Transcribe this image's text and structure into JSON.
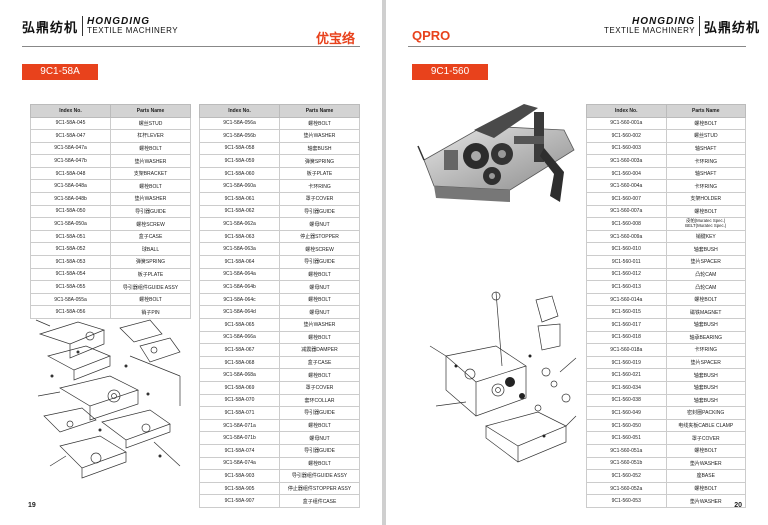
{
  "left": {
    "brand_cn": "弘鼎纺机",
    "brand_en_1": "HONGDING",
    "brand_en_2": "TEXTILE MACHINERY",
    "product_title": "优宝络",
    "model": "9C1-58A",
    "headers": [
      "Index No.",
      "Parts Name"
    ],
    "table1": [
      [
        "9C1-58A-045",
        "螺丝STUD"
      ],
      [
        "9C1-58A-047",
        "杠杆LEVER"
      ],
      [
        "9C1-58A-047a",
        "螺栓BOLT"
      ],
      [
        "9C1-58A-047b",
        "垫片WASHER"
      ],
      [
        "9C1-58A-048",
        "支架BRACKET"
      ],
      [
        "9C1-58A-048a",
        "螺栓BOLT"
      ],
      [
        "9C1-58A-048b",
        "垫片WASHER"
      ],
      [
        "9C1-58A-050",
        "导引器GUIDE"
      ],
      [
        "9C1-58A-050a",
        "螺栓SCREW"
      ],
      [
        "9C1-58A-051",
        "盒子CASE"
      ],
      [
        "9C1-58A-052",
        "球BALL"
      ],
      [
        "9C1-58A-053",
        "弹簧SPRING"
      ],
      [
        "9C1-58A-054",
        "板子PLATE"
      ],
      [
        "9C1-58A-055",
        "导引器组件GUIDE ASSY"
      ],
      [
        "9C1-58A-055a",
        "螺栓BOLT"
      ],
      [
        "9C1-58A-056",
        "销子PIN"
      ]
    ],
    "table2": [
      [
        "9C1-58A-056a",
        "螺栓BOLT"
      ],
      [
        "9C1-58A-056b",
        "垫片WASHER"
      ],
      [
        "9C1-58A-058",
        "轴套BUSH"
      ],
      [
        "9C1-58A-059",
        "弹簧SPRING"
      ],
      [
        "9C1-58A-060",
        "板子PLATE"
      ],
      [
        "9C1-58A-060a",
        "卡环RING"
      ],
      [
        "9C1-58A-061",
        "罩子COVER"
      ],
      [
        "9C1-58A-062",
        "导引器GUIDE"
      ],
      [
        "9C1-58A-062a",
        "螺母NUT"
      ],
      [
        "9C1-58A-063",
        "停止器STOPPER"
      ],
      [
        "9C1-58A-063a",
        "螺栓SCREW"
      ],
      [
        "9C1-58A-064",
        "导引器GUIDE"
      ],
      [
        "9C1-58A-064a",
        "螺栓BOLT"
      ],
      [
        "9C1-58A-064b",
        "螺母NUT"
      ],
      [
        "9C1-58A-064c",
        "螺栓BOLT"
      ],
      [
        "9C1-58A-064d",
        "螺母NUT"
      ],
      [
        "9C1-58A-065",
        "垫片WASHER"
      ],
      [
        "9C1-58A-066a",
        "螺栓BOLT"
      ],
      [
        "9C1-58A-067",
        "减震器DAMPER"
      ],
      [
        "9C1-58A-068",
        "盒子CASE"
      ],
      [
        "9C1-58A-068a",
        "螺栓BOLT"
      ],
      [
        "9C1-58A-069",
        "罩子COVER"
      ],
      [
        "9C1-58A-070",
        "套环COLLAR"
      ],
      [
        "9C1-58A-071",
        "导引器GUIDE"
      ],
      [
        "9C1-58A-071a",
        "螺栓BOLT"
      ],
      [
        "9C1-58A-071b",
        "螺母NUT"
      ],
      [
        "9C1-58A-074",
        "导引器GUIDE"
      ],
      [
        "9C1-58A-074a",
        "螺栓BOLT"
      ],
      [
        "9C1-58A-903",
        "导引器组件GUIDE ASSY"
      ],
      [
        "9C1-58A-905",
        "停止器组件STOPPER ASSY"
      ],
      [
        "9C1-58A-907",
        "盒子组件CASE"
      ]
    ],
    "page_number": "19"
  },
  "right": {
    "brand_cn": "弘鼎纺机",
    "brand_en_1": "HONGDING",
    "brand_en_2": "TEXTILE MACHINERY",
    "product_title": "QPRO",
    "model": "9C1-560",
    "headers": [
      "Index No.",
      "Parts Name"
    ],
    "table": [
      [
        "9C1-560-001a",
        "螺栓BOLT"
      ],
      [
        "9C1-560-002",
        "螺丝STUD"
      ],
      [
        "9C1-560-003",
        "轴SHAFT"
      ],
      [
        "9C1-560-003a",
        "卡环RING"
      ],
      [
        "9C1-560-004",
        "轴SHAFT"
      ],
      [
        "9C1-560-004a",
        "卡环RING"
      ],
      [
        "9C1-560-007",
        "支架HOLDER"
      ],
      [
        "9C1-560-007a",
        "螺栓BOLT"
      ],
      [
        "9C1-560-008",
        "皮帕(Muratec Spec.)\nBELT(Muratec Spec.)"
      ],
      [
        "9C1-560-009a",
        "销键KEY"
      ],
      [
        "9C1-560-010",
        "轴套BUSH"
      ],
      [
        "9C1-560-011",
        "垫片SPACER"
      ],
      [
        "9C1-560-012",
        "凸轮CAM"
      ],
      [
        "9C1-560-013",
        "凸轮CAM"
      ],
      [
        "9C1-560-014a",
        "螺栓BOLT"
      ],
      [
        "9C1-560-015",
        "磁铁MAGNET"
      ],
      [
        "9C1-560-017",
        "轴套BUSH"
      ],
      [
        "9C1-560-018",
        "轴承BEARING"
      ],
      [
        "9C1-560-018a",
        "卡环RING"
      ],
      [
        "9C1-560-019",
        "垫片SPACER"
      ],
      [
        "9C1-560-021",
        "轴套BUSH"
      ],
      [
        "9C1-560-034",
        "轴套BUSH"
      ],
      [
        "9C1-560-038",
        "轴套BUSH"
      ],
      [
        "9C1-560-049",
        "密封圈PACKING"
      ],
      [
        "9C1-560-050",
        "电线夹板CABLE CLAMP"
      ],
      [
        "9C1-560-051",
        "罩子COVER"
      ],
      [
        "9C1-560-051a",
        "螺栓BOLT"
      ],
      [
        "9C1-560-051b",
        "垫片WASHER"
      ],
      [
        "9C1-560-052",
        "座BASE"
      ],
      [
        "9C1-560-052a",
        "螺栓BOLT"
      ],
      [
        "9C1-560-053",
        "垫片WASHER"
      ]
    ],
    "page_number": "20"
  },
  "colors": {
    "accent": "#e8421c",
    "header_bg": "#d3d3d3"
  }
}
